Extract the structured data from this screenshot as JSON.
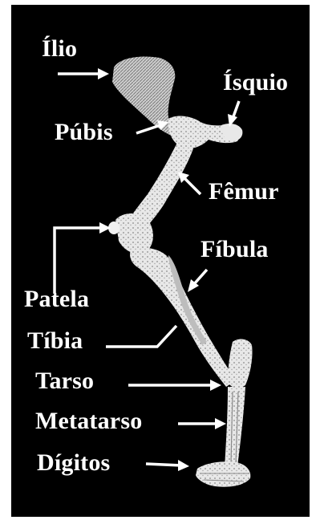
{
  "colors": {
    "background": "#000000",
    "frame": "#ffffff",
    "bone": "#e6e6e6",
    "bone_shade": "#9a9a9a",
    "label": "#ffffff",
    "arrow": "#ffffff"
  },
  "labels": {
    "ilio": "Ílio",
    "isquio": "Ísquio",
    "pubis": "Púbis",
    "femur": "Fêmur",
    "fibula": "Fíbula",
    "patela": "Patela",
    "tibia": "Tíbia",
    "tarso": "Tarso",
    "metatarso": "Metatarso",
    "digitos": "Dígitos"
  }
}
